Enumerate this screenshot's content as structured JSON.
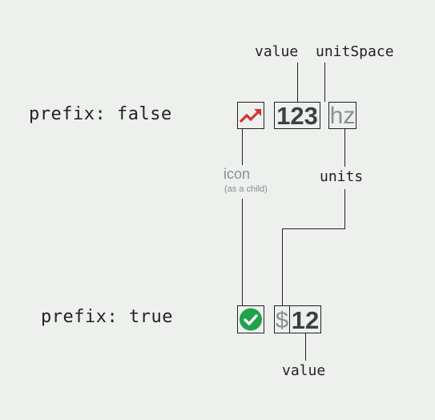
{
  "row_false": {
    "label": "prefix: false",
    "value": "123",
    "unit": "hz",
    "icon": "trending-up-icon"
  },
  "row_true": {
    "label": "prefix: true",
    "value": "12",
    "unit": "$",
    "icon": "check-circle-icon"
  },
  "annotations": {
    "value_top": "value",
    "unit_space": "unitSpace",
    "icon": "icon",
    "icon_sub": "(as a child)",
    "units": "units",
    "value_bottom": "value"
  },
  "colors": {
    "background": "#eef0ee",
    "trend_icon": "#d23434",
    "check_icon": "#1ea34a",
    "muted_text": "#8b8f93",
    "value_text": "#3c4043"
  }
}
